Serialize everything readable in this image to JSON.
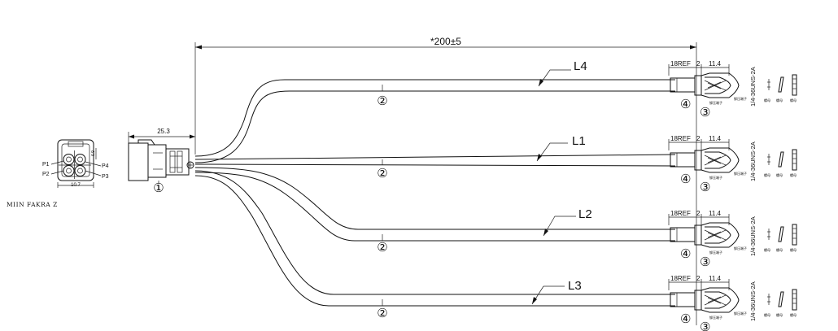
{
  "dimension_top": "*200±5",
  "dimension_connector": "25.3",
  "cable_labels": {
    "l4": "L4",
    "l1": "L1",
    "l2": "L2",
    "l3": "L3"
  },
  "callouts": {
    "connector": "①",
    "cable": "②",
    "terminal": "③",
    "sleeve": "④"
  },
  "connector_label": "MIIN FAKRA Z",
  "pin_labels": {
    "p1": "P1",
    "p2": "P2",
    "p3": "P3",
    "p4": "P4"
  },
  "face_dims": {
    "width": "10.7",
    "height": "6.9"
  },
  "terminal_dims": {
    "ref": "18REF",
    "gap": "2",
    "length": "11.4"
  },
  "thread_spec": "1/4-36UNS-2A",
  "small_note": "铆压端子",
  "side_note": "螺母"
}
